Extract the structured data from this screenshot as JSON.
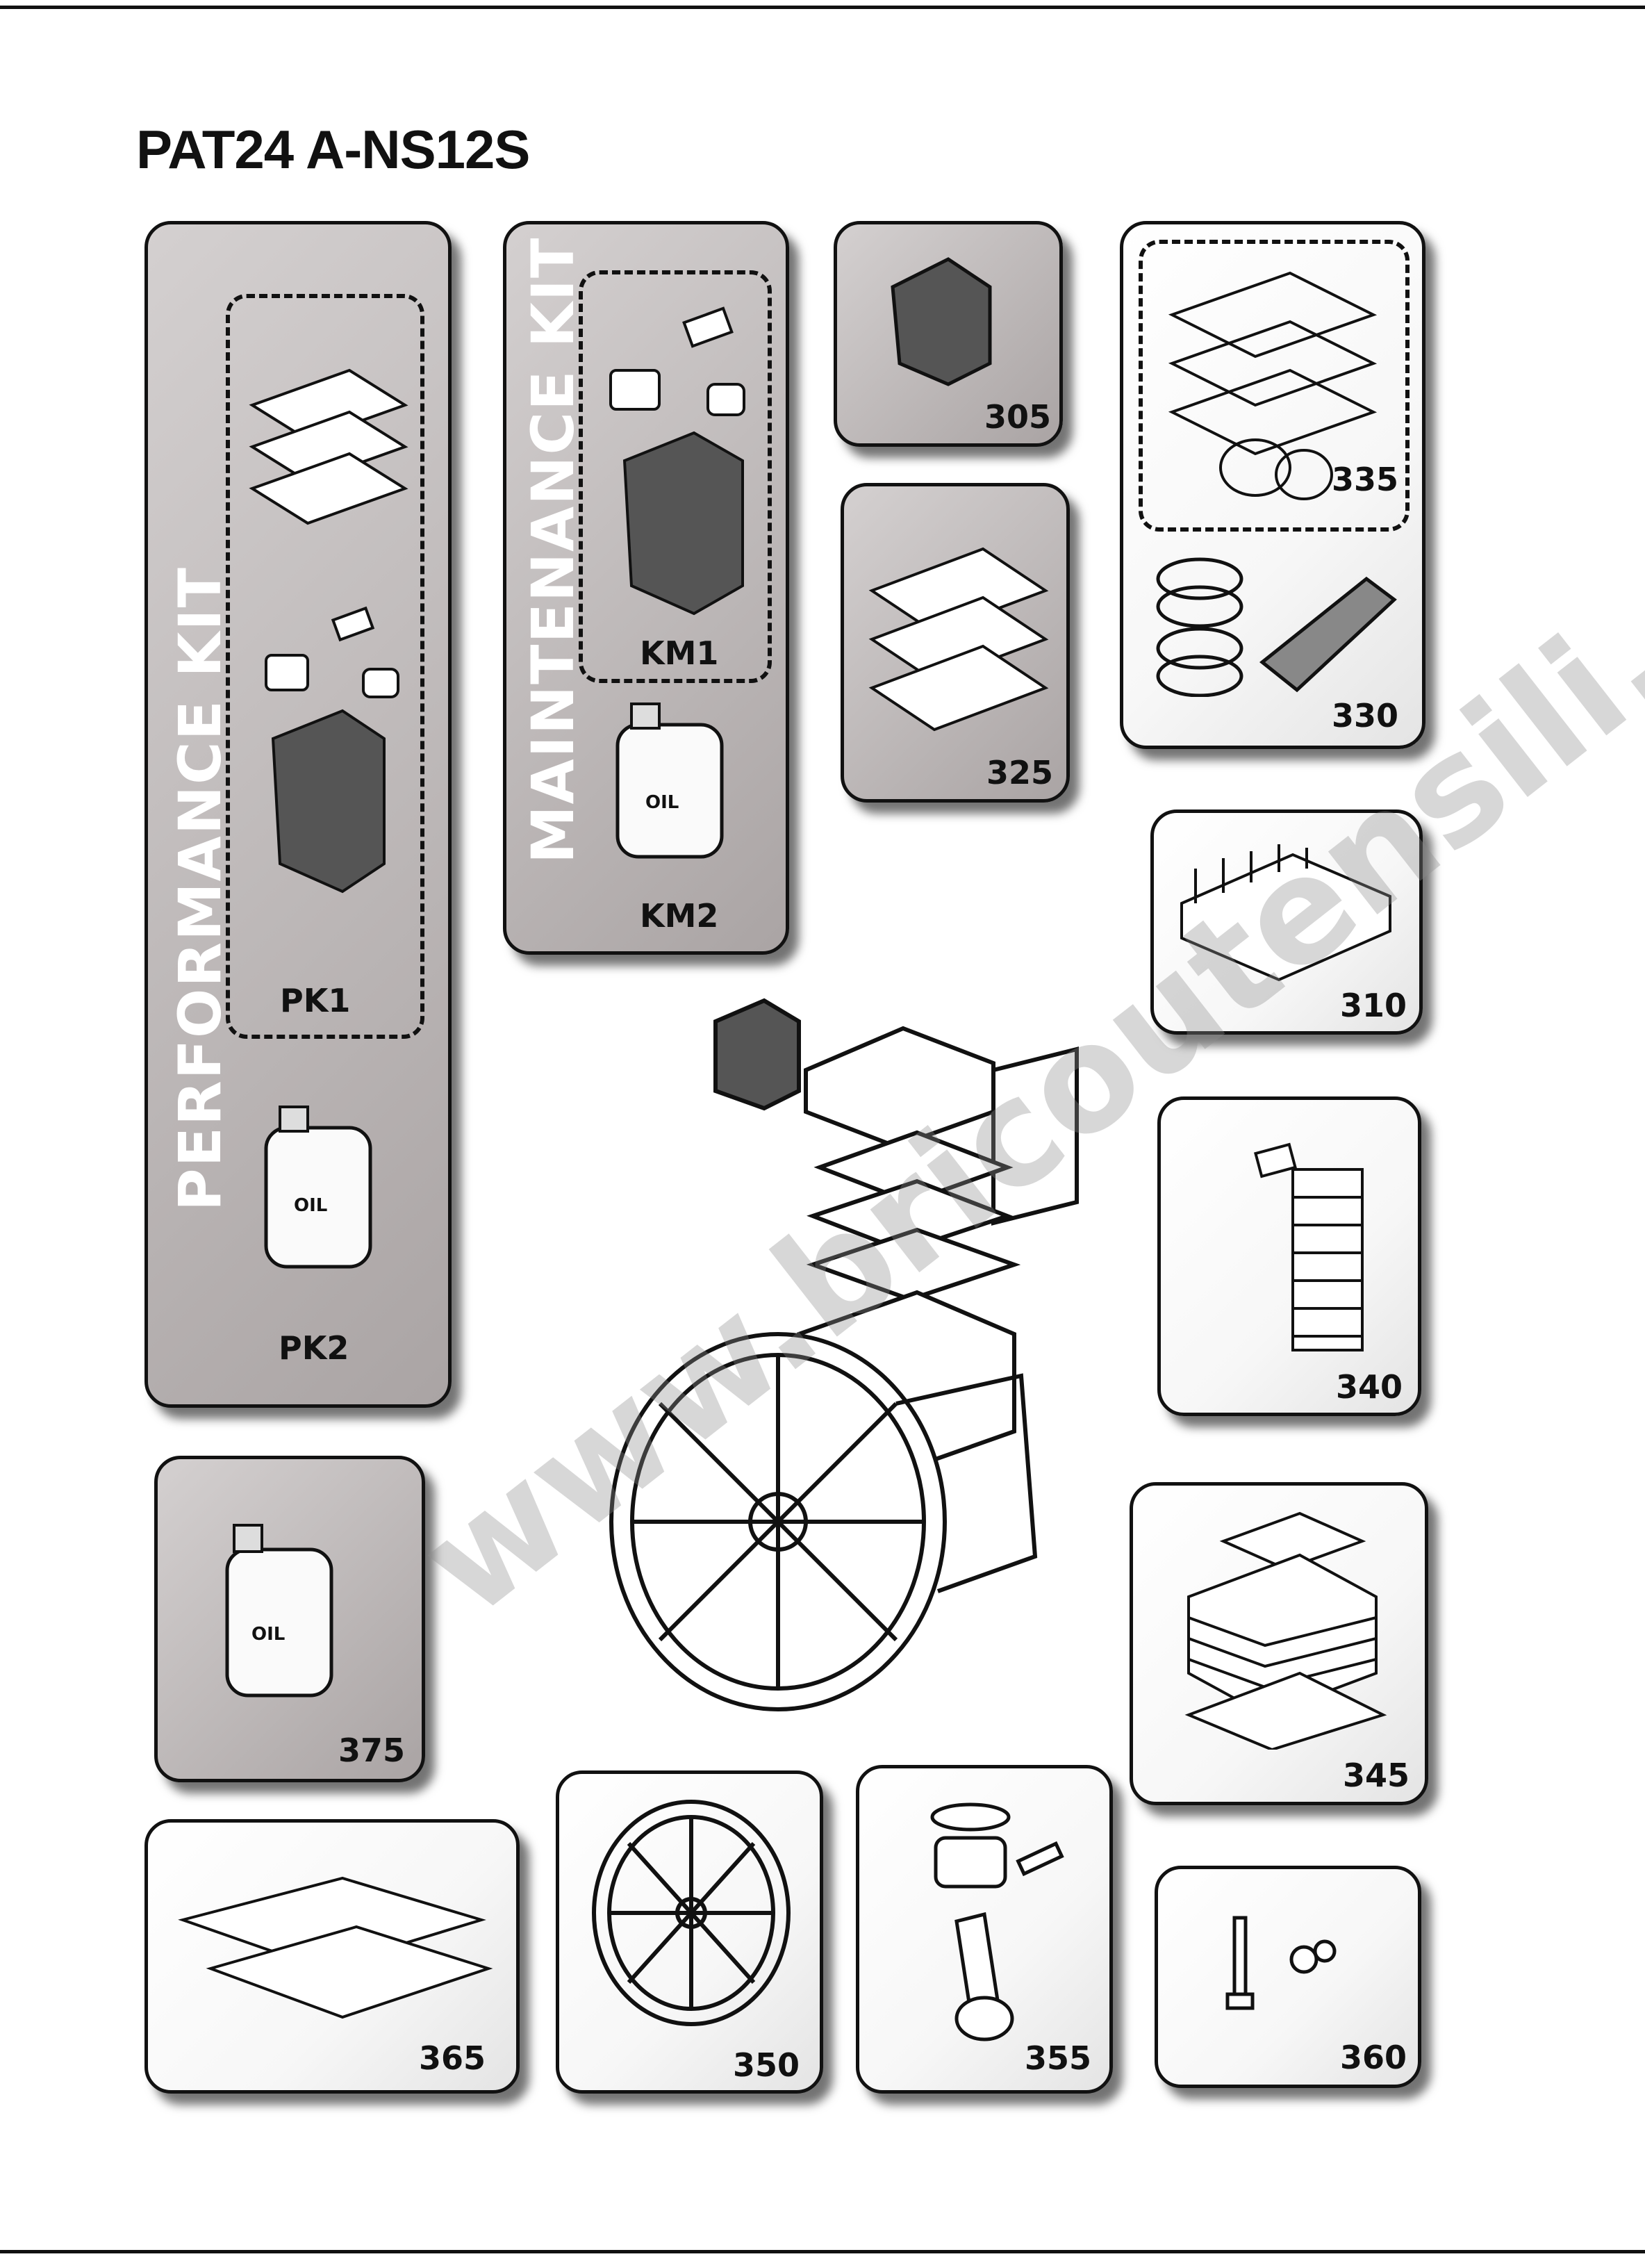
{
  "title": "PAT24 A-NS12S",
  "watermark": "www.bricoutensili.com",
  "kits": {
    "performance": {
      "heading": "PERFORMANCE  KIT",
      "pk1": "PK1",
      "pk2": "PK2"
    },
    "maintenance": {
      "heading": "MAINTENANCE KIT",
      "km1": "KM1",
      "km2": "KM2"
    }
  },
  "oil_label": "OIL",
  "parts": {
    "p305": "305",
    "p325": "325",
    "p335": "335",
    "p330": "330",
    "p310": "310",
    "p340": "340",
    "p345": "345",
    "p375": "375",
    "p365": "365",
    "p350": "350",
    "p355": "355",
    "p360": "360"
  }
}
